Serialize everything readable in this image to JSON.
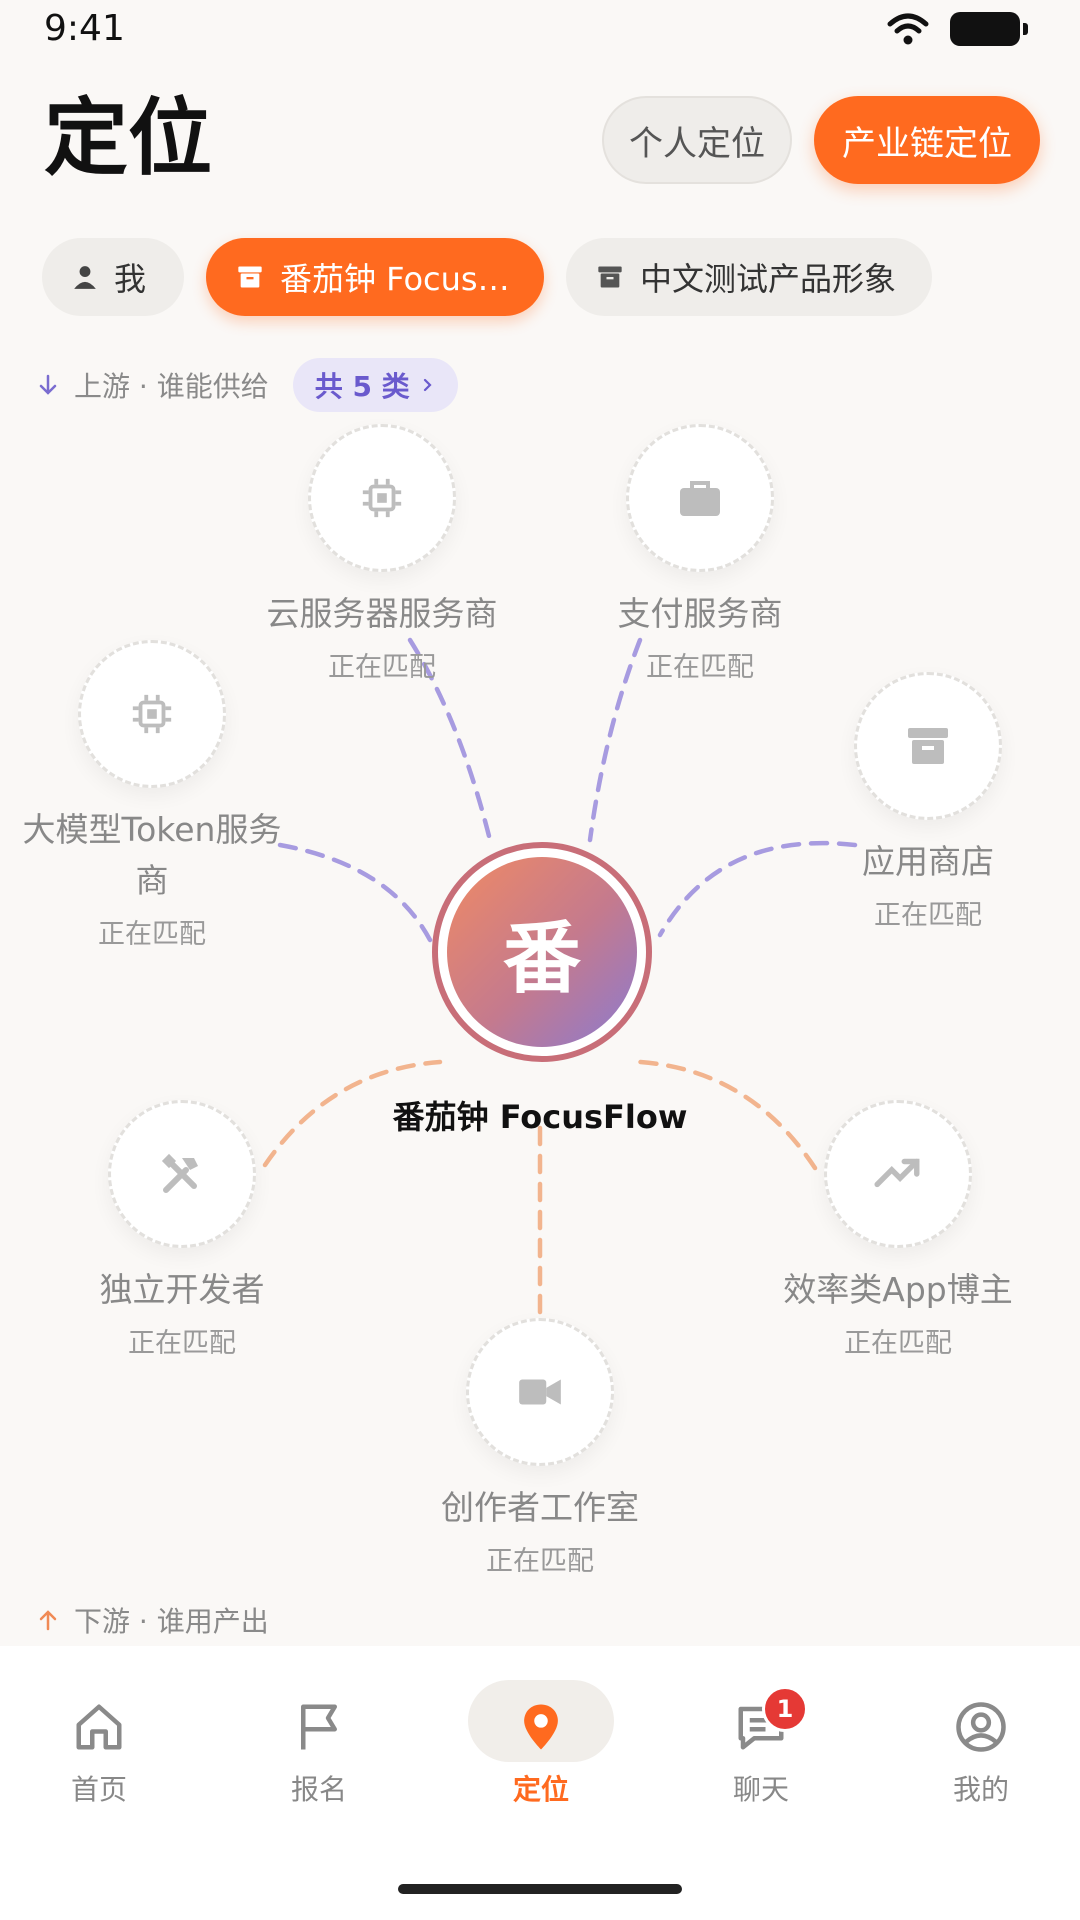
{
  "status": {
    "time": "9:41"
  },
  "header": {
    "title": "定位",
    "seg_personal": "个人定位",
    "seg_chain": "产业链定位"
  },
  "chips": {
    "me": "我",
    "focus": "番茄钟 FocusF...",
    "cn": "中文测试产品形象"
  },
  "upstream": {
    "label": "上游 · 谁能供给",
    "count": "共 5 类"
  },
  "downstream": {
    "label": "下游 · 谁用产出"
  },
  "center": {
    "glyph": "番",
    "name": "番茄钟 FocusFlow"
  },
  "nodes": {
    "cloud": {
      "label": "云服务器服务商",
      "status": "正在匹配",
      "icon": "chip-icon"
    },
    "payment": {
      "label": "支付服务商",
      "status": "正在匹配",
      "icon": "briefcase-icon"
    },
    "llm": {
      "label": "大模型Token服务商",
      "status": "正在匹配",
      "icon": "chip-icon"
    },
    "appstore": {
      "label": "应用商店",
      "status": "正在匹配",
      "icon": "archive-icon"
    },
    "indie": {
      "label": "独立开发者",
      "status": "正在匹配",
      "icon": "tools-icon"
    },
    "blogger": {
      "label": "效率类App博主",
      "status": "正在匹配",
      "icon": "trending-up-icon"
    },
    "studio": {
      "label": "创作者工作室",
      "status": "正在匹配",
      "icon": "video-camera-icon"
    }
  },
  "tabs": [
    {
      "label": "首页",
      "icon": "home-icon"
    },
    {
      "label": "报名",
      "icon": "flag-icon"
    },
    {
      "label": "定位",
      "icon": "location-pin-icon"
    },
    {
      "label": "聊天",
      "icon": "chat-icon",
      "badge": "1"
    },
    {
      "label": "我的",
      "icon": "user-circle-icon"
    }
  ],
  "colors": {
    "accent": "#FF6A1F",
    "upstream_line": "#A79BE0",
    "downstream_line": "#F2B48E",
    "badge": "#E53935"
  }
}
